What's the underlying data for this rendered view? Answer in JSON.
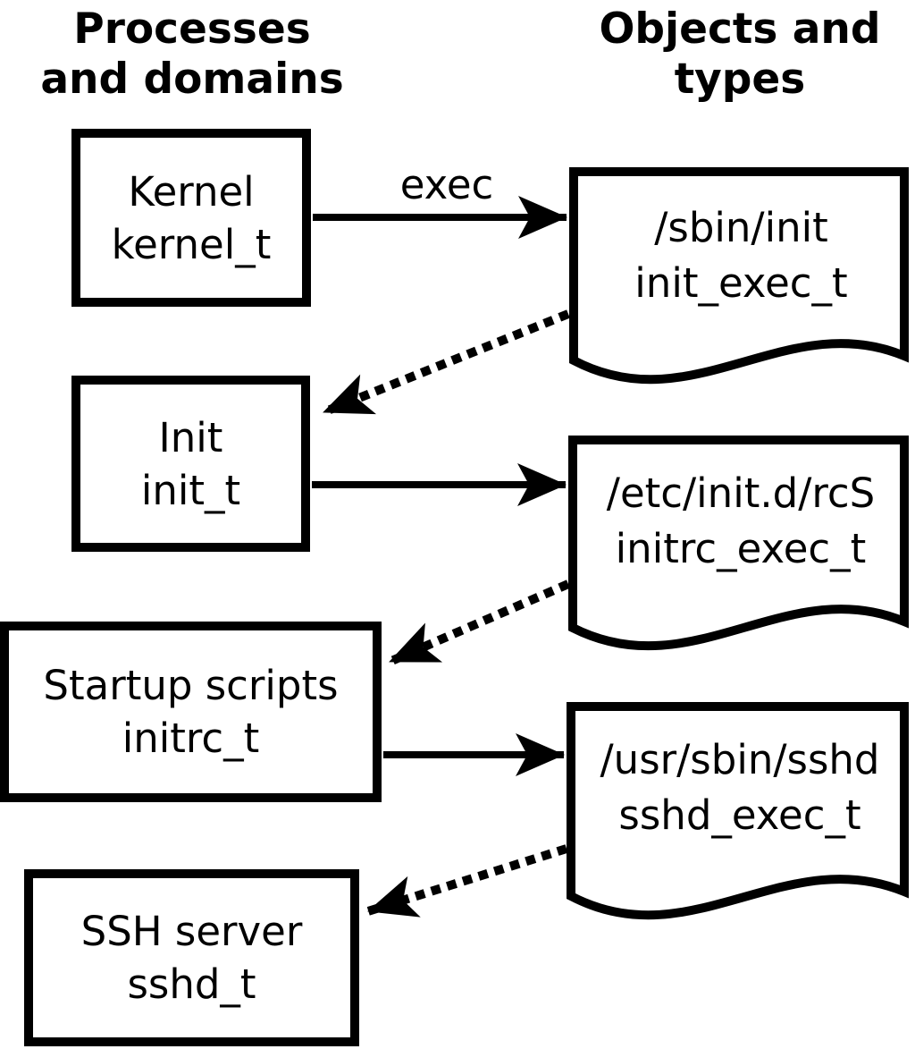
{
  "palette": {
    "ink": "#000000",
    "background": "#ffffff"
  },
  "columns": {
    "left": {
      "line1": "Processes",
      "line2": "and domains"
    },
    "right": {
      "line1": "Objects and",
      "line2": "types"
    }
  },
  "processes": [
    {
      "name": "Kernel",
      "type": "kernel_t"
    },
    {
      "name": "Init",
      "type": "init_t"
    },
    {
      "name": "Startup scripts",
      "type": "initrc_t"
    },
    {
      "name": "SSH server",
      "type": "sshd_t"
    }
  ],
  "objects": [
    {
      "path": "/sbin/init",
      "type": "init_exec_t"
    },
    {
      "path": "/etc/init.d/rcS",
      "type": "initrc_exec_t"
    },
    {
      "path": "/usr/sbin/sshd",
      "type": "sshd_exec_t"
    }
  ],
  "labels": {
    "exec": "exec"
  },
  "edges": [
    {
      "from": "Kernel (kernel_t)",
      "to": "/sbin/init (init_exec_t)",
      "style": "solid",
      "label": "exec"
    },
    {
      "from": "/sbin/init (init_exec_t)",
      "to": "Init (init_t)",
      "style": "dotted",
      "label": ""
    },
    {
      "from": "Init (init_t)",
      "to": "/etc/init.d/rcS (initrc_exec_t)",
      "style": "solid",
      "label": ""
    },
    {
      "from": "/etc/init.d/rcS (initrc_exec_t)",
      "to": "Startup scripts (initrc_t)",
      "style": "dotted",
      "label": ""
    },
    {
      "from": "Startup scripts (initrc_t)",
      "to": "/usr/sbin/sshd (sshd_exec_t)",
      "style": "solid",
      "label": ""
    },
    {
      "from": "/usr/sbin/sshd (sshd_exec_t)",
      "to": "SSH server (sshd_t)",
      "style": "dotted",
      "label": ""
    }
  ]
}
